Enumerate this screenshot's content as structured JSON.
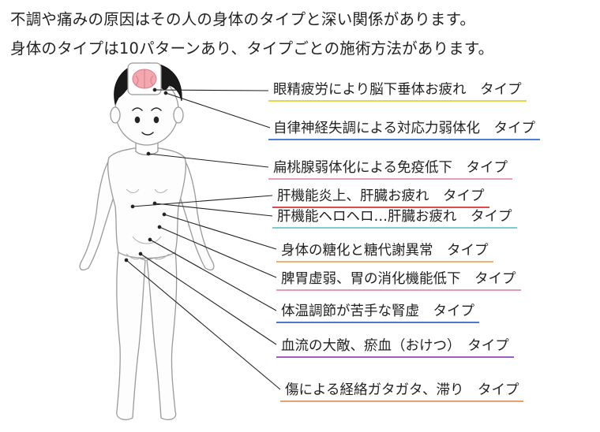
{
  "intro": {
    "line1": "不調や痛みの原因はその人の身体のタイプと深い関係があります。",
    "line2": "身体のタイプは10パターンあり、タイプごとの施術方法があります。"
  },
  "types": [
    {
      "label": "眼精疲労により脳下垂体お疲れ　タイプ",
      "color": "#e8d44a"
    },
    {
      "label": "自律神経失調による対応力弱体化　タイプ",
      "color": "#4a7fd6"
    },
    {
      "label": "扁桃腺弱体化による免疫低下　タイプ",
      "color": "#e7a0b4"
    },
    {
      "label": "肝機能炎上、肝臓お疲れ　タイプ",
      "color": "#dd4c4c"
    },
    {
      "label": "肝機能ヘロヘロ…肝臓お疲れ　タイプ",
      "color": "#7ec9d6"
    },
    {
      "label": "身体の糖化と糖代謝異常　タイプ",
      "color": "#f0b070"
    },
    {
      "label": "脾胃虚弱、胃の消化機能低下　タイプ",
      "color": "#e79ab8"
    },
    {
      "label": "体温調節が苦手な腎虚　タイプ",
      "color": "#4f74d0"
    },
    {
      "label": "血流の大敵、瘀血（おけつ）　タイプ",
      "color": "#9b5fc0"
    },
    {
      "label": "傷による経絡ガタガタ、滞り　タイプ",
      "color": "#e8a070"
    }
  ],
  "icons": {
    "brain": "brain-icon"
  }
}
